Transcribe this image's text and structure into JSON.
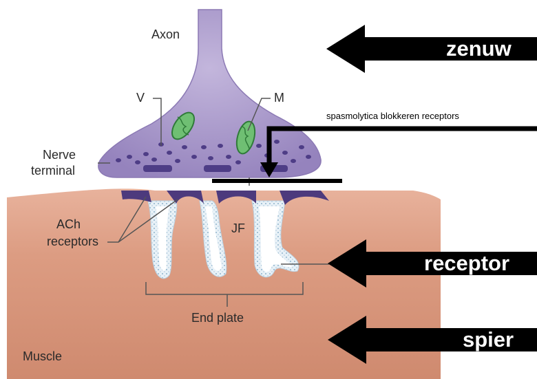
{
  "labels": {
    "axon": "Axon",
    "vesicle": "V",
    "mitochondrion": "M",
    "nerve_terminal_line1": "Nerve",
    "nerve_terminal_line2": "terminal",
    "ach_line1": "ACh",
    "ach_line2": "receptors",
    "junctional_fold": "JF",
    "end_plate": "End plate",
    "muscle": "Muscle"
  },
  "arrows": {
    "nerve": "zenuw",
    "receptor": "receptor",
    "muscle": "spier"
  },
  "annotation": {
    "blocker_note": "spasmolytica blokkeren receptors"
  },
  "colors": {
    "nerve_fill": "#a896c8",
    "vesicle": "#4e3d86",
    "mito_fill": "#6fbf73",
    "muscle_fill": "#d9967b",
    "receptor_band": "#4d3a7d",
    "arrow": "#000000"
  }
}
